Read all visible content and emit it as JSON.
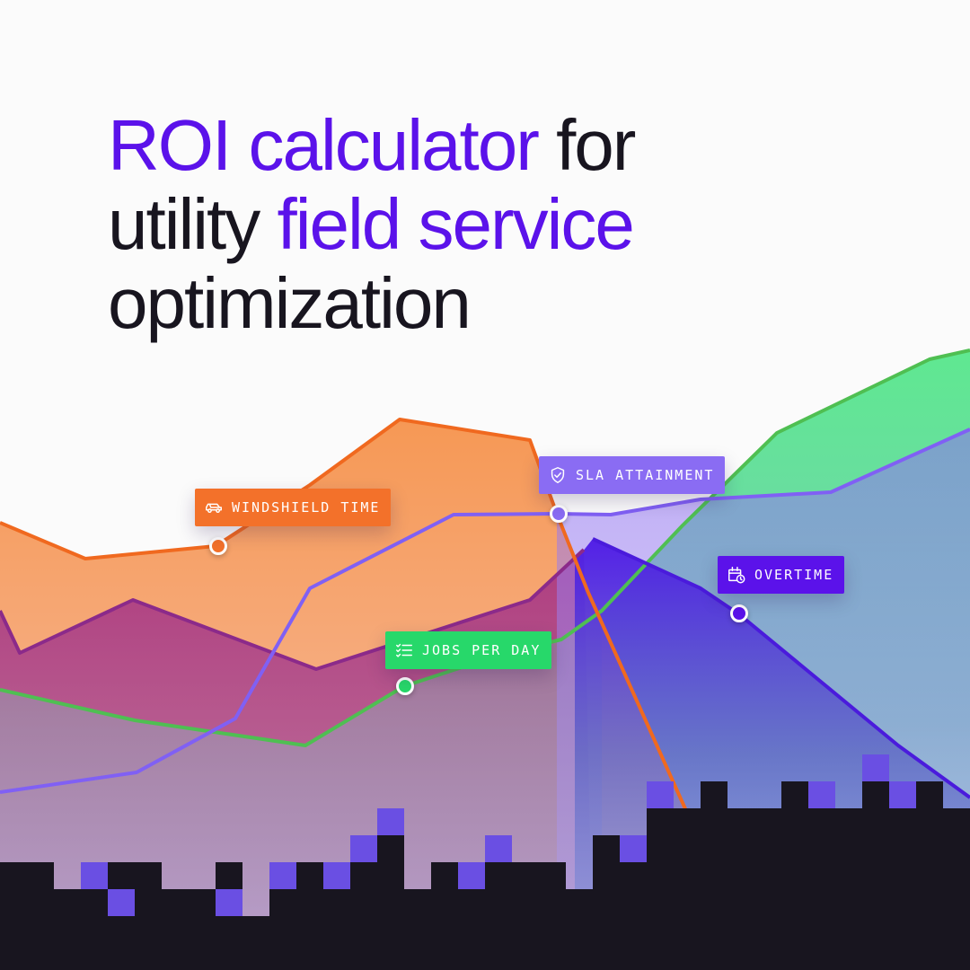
{
  "headline": {
    "line1": {
      "accent": "ROI calculator",
      "rest": " for"
    },
    "line2": {
      "plain": "utility ",
      "accent": "field service"
    },
    "line3": {
      "plain": "optimization"
    }
  },
  "labels": {
    "windshield_time": {
      "text": "WINDSHIELD TIME",
      "icon": "car-icon",
      "color": "#f3712a"
    },
    "sla_attainment": {
      "text": "SLA ATTAINMENT",
      "icon": "shield-check-icon",
      "color": "#8a6cf3"
    },
    "overtime": {
      "text": "OVERTIME",
      "icon": "clock-calendar-icon",
      "color": "#5b12ea"
    },
    "jobs_per_day": {
      "text": "JOBS PER DAY",
      "icon": "checklist-icon",
      "color": "#27d86a"
    }
  },
  "colors": {
    "accent_purple": "#5b12ea",
    "orange": "#f3712a",
    "green": "#27d86a",
    "lavender": "#8a6cf3",
    "magenta": "#9b2f8f",
    "dark": "#18151f",
    "background": "#fbfbfb"
  }
}
